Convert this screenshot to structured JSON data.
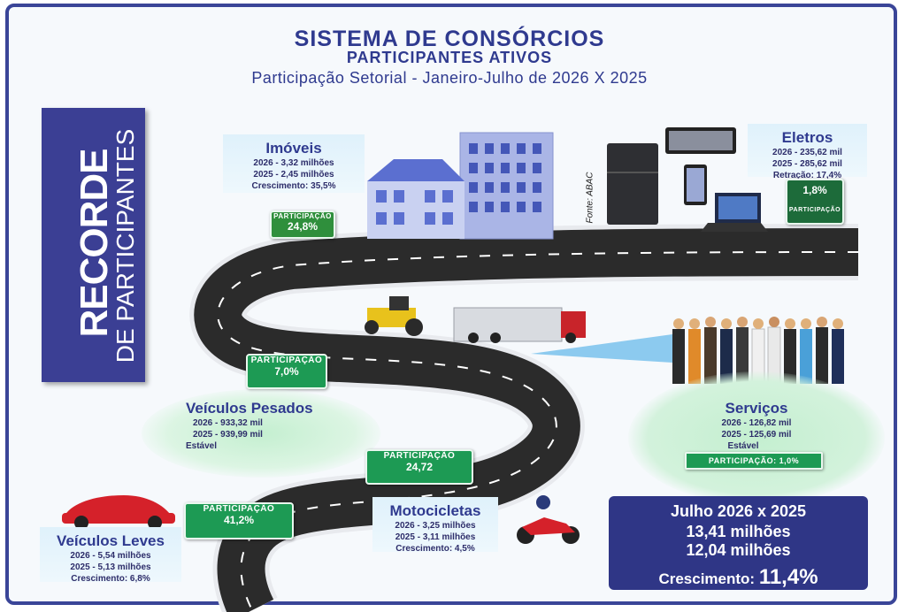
{
  "header": {
    "title": "SISTEMA DE CONSÓRCIOS",
    "subtitle": "PARTICIPANTES ATIVOS",
    "period": "Participação Setorial - Janeiro-Julho de 2026 X 2025"
  },
  "banner": {
    "line1": "RECORDE",
    "line2": "DE PARTICIPANTES"
  },
  "source": "Fonte: ABAC",
  "imoveis": {
    "title": "Imóveis",
    "line1": "2026 - 3,32 milhões",
    "line2": "2025 - 2,45 milhões",
    "line3": "Crescimento: 35,5%",
    "share_label": "PARTICIPAÇÃO",
    "share_value": "24,8%"
  },
  "eletros": {
    "title": "Eletros",
    "line1": "2026 - 235,62 mil",
    "line2": "2025 - 285,62 mil",
    "line3": "Retração: 17,4%",
    "share_label": "PARTICIPAÇÃO",
    "share_value": "1,8%"
  },
  "pesados": {
    "title": "Veículos Pesados",
    "line1": "2026 - 933,32 mil",
    "line2": "2025 - 939,99 mil",
    "line3": "Estável",
    "share_label": "PARTICIPAÇÃO",
    "share_value": "7,0%"
  },
  "servicos": {
    "title": "Serviços",
    "line1": "2026 - 126,82 mil",
    "line2": "2025 - 125,69 mil",
    "line3": "Estável",
    "share": "PARTICIPAÇÃO: 1,0%"
  },
  "motos": {
    "title": "Motocicletas",
    "line1": "2026 - 3,25 milhões",
    "line2": "2025 - 3,11 milhões",
    "line3": "Crescimento: 4,5%",
    "share_label": "PARTICIPAÇÃO",
    "share_value": "24,72"
  },
  "leves": {
    "title": "Veículos Leves",
    "line1": "2026 - 5,54 milhões",
    "line2": "2025 - 5,13 milhões",
    "line3": "Crescimento: 6,8%",
    "share_label": "PARTICIPAÇÃO",
    "share_value": "41,2%"
  },
  "summary": {
    "title": "Julho 2026 x 2025",
    "v2026": "13,41 milhões",
    "v2025": "12,04 milhões",
    "growth_label": "Crescimento:",
    "growth_value": "11,4%"
  },
  "colors": {
    "accent": "#3b3f94",
    "green": "#1d9a54",
    "road": "#2b2b2b"
  }
}
